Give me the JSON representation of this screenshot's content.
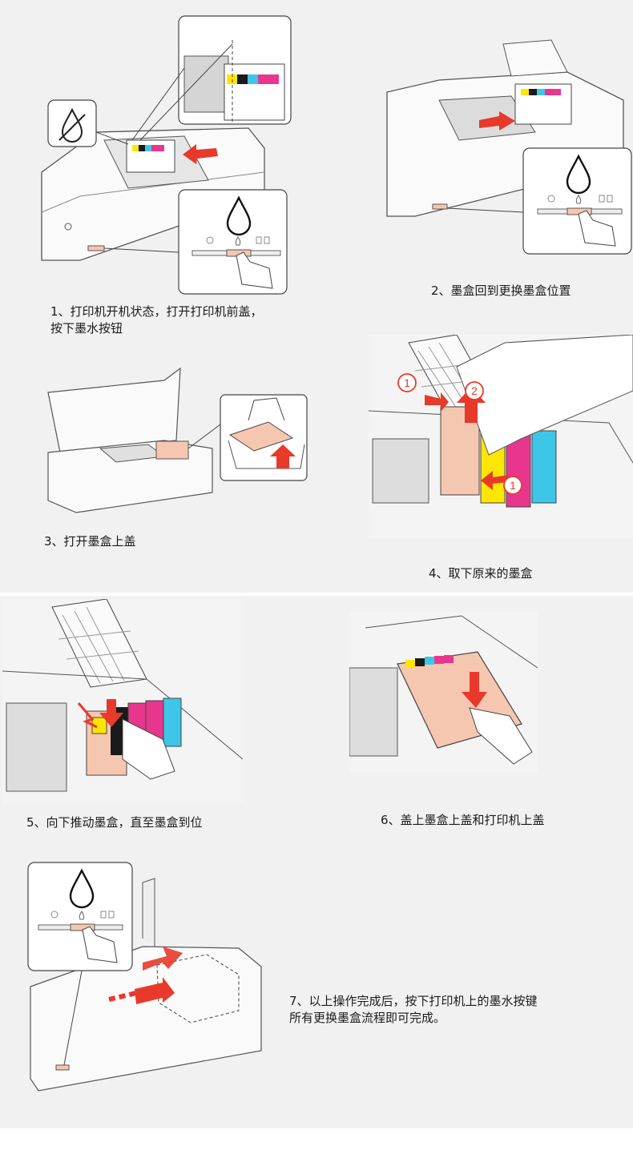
{
  "steps": [
    {
      "lines": [
        "1、打印机开机状态，打开打印机前盖，",
        "按下墨水按钮"
      ]
    },
    {
      "lines": [
        "2、墨盒回到更换墨盒位置"
      ]
    },
    {
      "lines": [
        "3、打开墨盒上盖"
      ]
    },
    {
      "lines": [
        "4、取下原来的墨盒"
      ]
    },
    {
      "lines": [
        "5、向下推动墨盒，直至墨盒到位"
      ]
    },
    {
      "lines": [
        "6、盖上墨盒上盖和打印机上盖"
      ]
    },
    {
      "lines": [
        "7、以上操作完成后，按下打印机上的墨水按键",
        "所有更换墨盒流程即可完成。"
      ]
    }
  ],
  "badges": {
    "one": "1",
    "two": "2"
  },
  "colors": {
    "band": "#f1f1f1",
    "arrow": "#e8392b",
    "cartridge": "#f6c7b0",
    "yellow": "#ffe600",
    "cyan": "#3ec6e8",
    "magenta": "#e8368f",
    "black": "#1a1a1a",
    "line": "#555555"
  },
  "icons": [
    "ink-drop-icon",
    "power-icon",
    "paper-icon",
    "trash-icon",
    "no-ink-icon",
    "finger-press-icon",
    "red-arrow-icon"
  ]
}
